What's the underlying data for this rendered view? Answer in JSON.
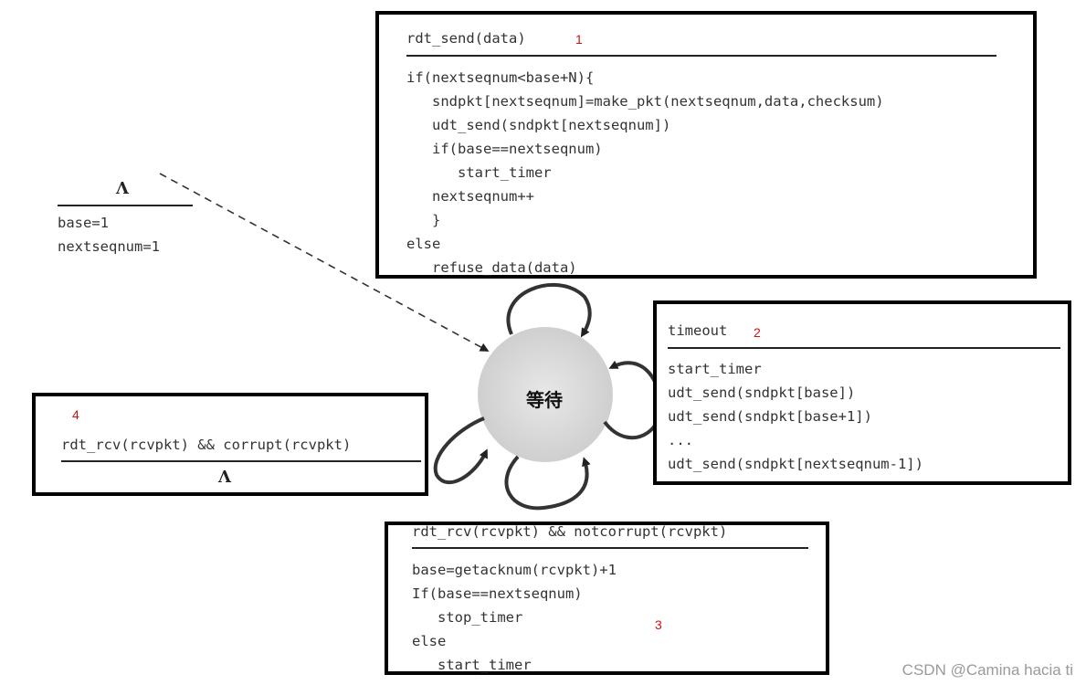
{
  "state": {
    "label": "等待"
  },
  "init": {
    "event": "Λ",
    "actions": [
      "base=1",
      "nextseqnum=1"
    ]
  },
  "box1": {
    "event": "rdt_send(data)",
    "number": "1",
    "lines": [
      "if(nextseqnum<base+N){",
      "   sndpkt[nextseqnum]=make_pkt(nextseqnum,data,checksum)",
      "   udt_send(sndpkt[nextseqnum])",
      "   if(base==nextseqnum)",
      "      start_timer",
      "   nextseqnum++",
      "   }",
      "else",
      "   refuse_data(data)"
    ]
  },
  "box2": {
    "event": "timeout",
    "number": "2",
    "lines": [
      "start_timer",
      "udt_send(sndpkt[base])",
      "udt_send(sndpkt[base+1])",
      "...",
      "udt_send(sndpkt[nextseqnum-1])"
    ]
  },
  "box3": {
    "event": "rdt_rcv(rcvpkt) && notcorrupt(rcvpkt)",
    "number": "3",
    "lines": [
      "base=getacknum(rcvpkt)+1",
      "If(base==nextseqnum)",
      "   stop_timer",
      "else",
      "   start_timer"
    ]
  },
  "box4": {
    "number": "4",
    "event": "rdt_rcv(rcvpkt) && corrupt(rcvpkt)",
    "action": "Λ"
  },
  "watermark": "CSDN @Camina hacia ti",
  "colors": {
    "border": "#000000",
    "annotation": "#d01010",
    "state_fill": "#d9d9d9"
  }
}
